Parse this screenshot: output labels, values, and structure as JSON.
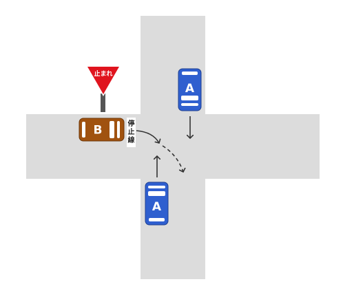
{
  "stop_sign": {
    "text": "止まれ",
    "color": "#e0141e"
  },
  "stop_line_label": {
    "chars": [
      "停",
      "止",
      "線"
    ]
  },
  "vehicles": {
    "a_top": {
      "label": "A",
      "color": "#2f5fcf"
    },
    "a_bottom": {
      "label": "A",
      "color": "#2f5fcf"
    },
    "b_left": {
      "label": "B",
      "color": "#a0520f"
    }
  },
  "colors": {
    "road": "#dcdcdc",
    "arrow": "#333333"
  }
}
